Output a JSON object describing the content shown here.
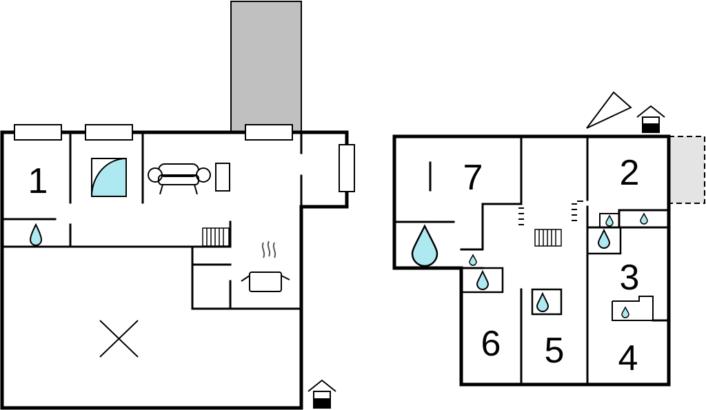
{
  "colors": {
    "wall": "#000000",
    "water": "#aee8f0",
    "chimney": "#c0c0c0",
    "terrace": "#e4e4e4"
  },
  "rooms": {
    "left": [
      {
        "label": "1",
        "icon": "bed-icon"
      }
    ],
    "right": [
      {
        "label": "7",
        "icon": "bed-icon"
      },
      {
        "label": "2",
        "icon": "bed-icon"
      },
      {
        "label": "3",
        "icon": "bed-icon"
      },
      {
        "label": "4",
        "icon": "bed-icon"
      },
      {
        "label": "5",
        "icon": "bed-icon"
      },
      {
        "label": "6",
        "icon": "bed-icon"
      }
    ]
  },
  "icons": [
    "water-drop-icon",
    "shower-icon",
    "sofa-icon",
    "cooking-pot-icon",
    "stairs-icon",
    "entrance-icon",
    "north-arrow-icon",
    "open-space-cross-icon",
    "chimney",
    "terrace"
  ]
}
